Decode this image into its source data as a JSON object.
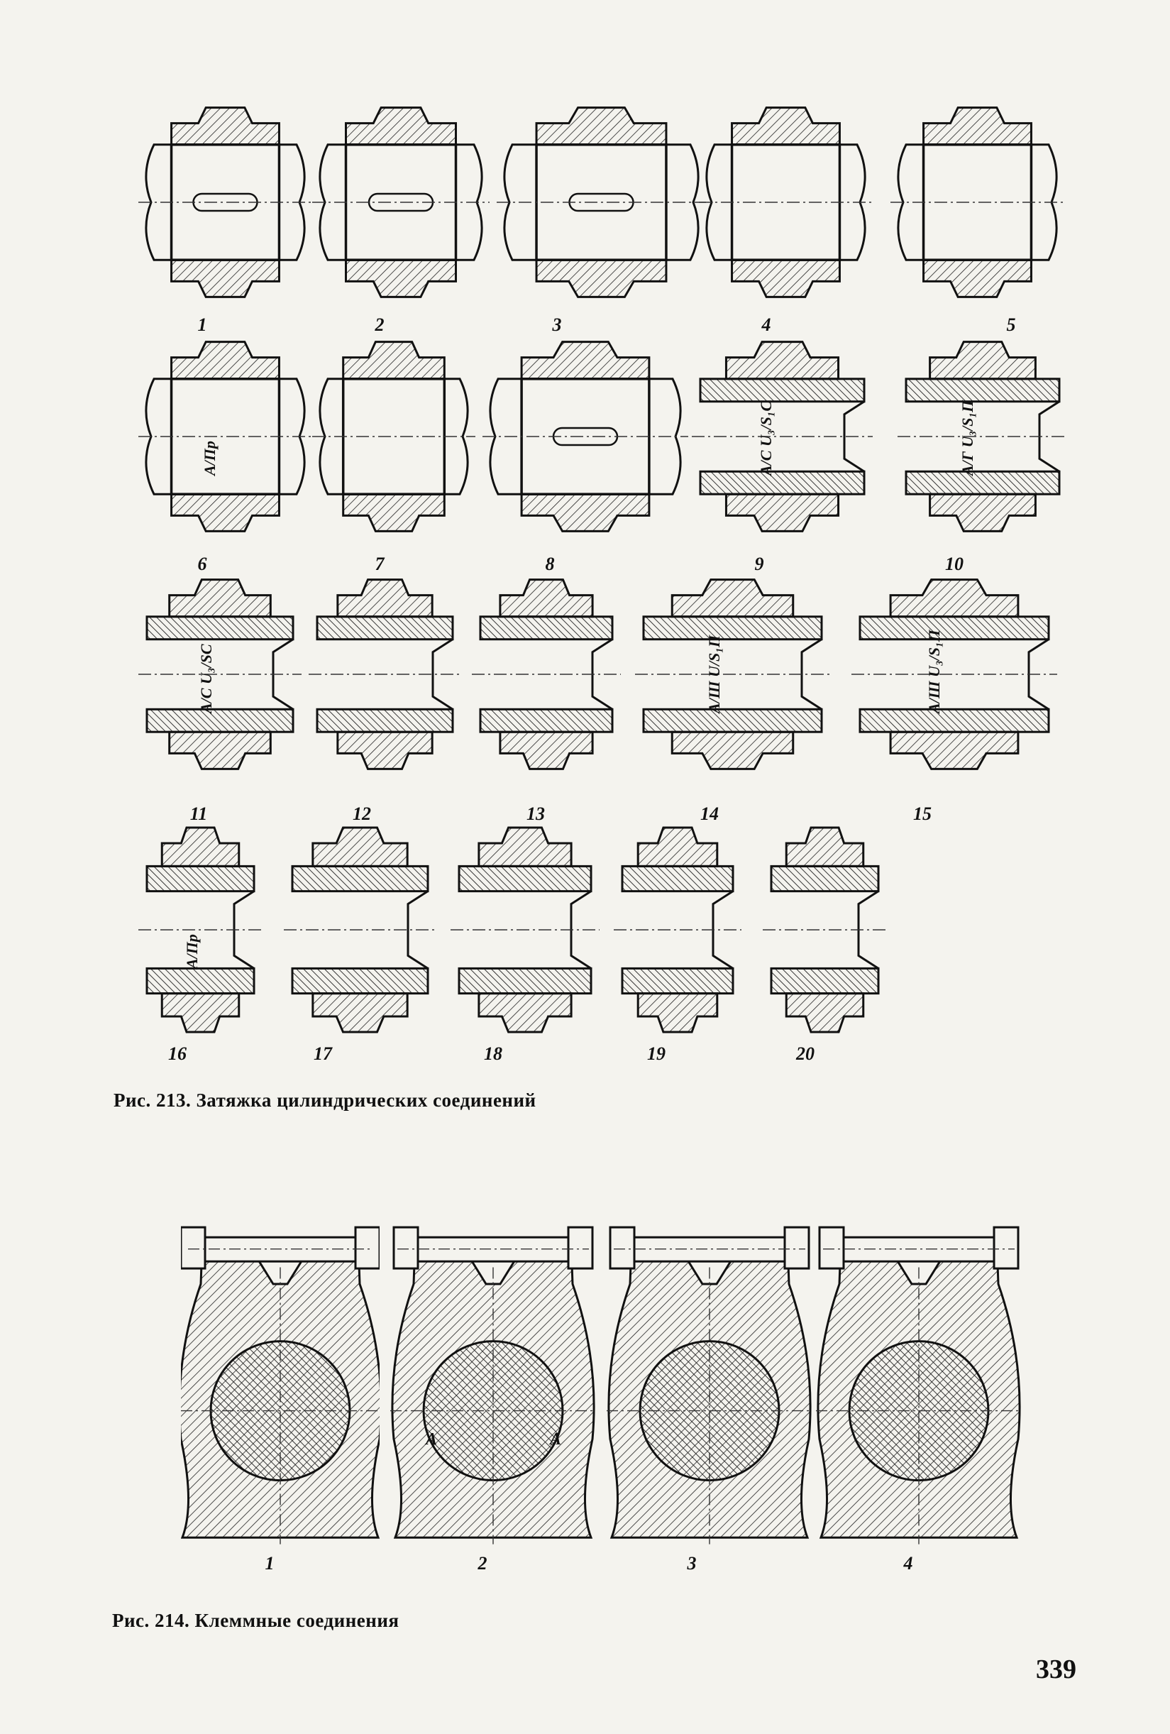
{
  "figure213": {
    "caption": "Рис. 213. Затяжка цилиндрических соединений",
    "items": [
      {
        "num": "1",
        "label": ""
      },
      {
        "num": "2",
        "label": ""
      },
      {
        "num": "3",
        "label": ""
      },
      {
        "num": "4",
        "label": ""
      },
      {
        "num": "5",
        "label": ""
      },
      {
        "num": "6",
        "label": "А/Пр"
      },
      {
        "num": "7",
        "label": ""
      },
      {
        "num": "8",
        "label": ""
      },
      {
        "num": "9",
        "label": "А/С  U₃/S₁C"
      },
      {
        "num": "10",
        "label": "А/Г  U₃/S₁П"
      },
      {
        "num": "11",
        "label": "А/С  U₃/SC"
      },
      {
        "num": "12",
        "label": ""
      },
      {
        "num": "13",
        "label": ""
      },
      {
        "num": "14",
        "label": "А/Ш  U/S₁П"
      },
      {
        "num": "15",
        "label": "А/Ш  U₃/S₁П"
      },
      {
        "num": "16",
        "label": "А/Пр"
      },
      {
        "num": "17",
        "label": ""
      },
      {
        "num": "18",
        "label": ""
      },
      {
        "num": "19",
        "label": ""
      },
      {
        "num": "20",
        "label": ""
      }
    ]
  },
  "figure214": {
    "caption": "Рис. 214. Клеммные соединения",
    "items": [
      {
        "num": "1",
        "markA": ""
      },
      {
        "num": "2",
        "markA": "А"
      },
      {
        "num": "3",
        "markA": ""
      },
      {
        "num": "4",
        "markA": ""
      }
    ]
  },
  "page_number": "339",
  "colors": {
    "paper": "#f4f3ee",
    "ink": "#111111"
  }
}
